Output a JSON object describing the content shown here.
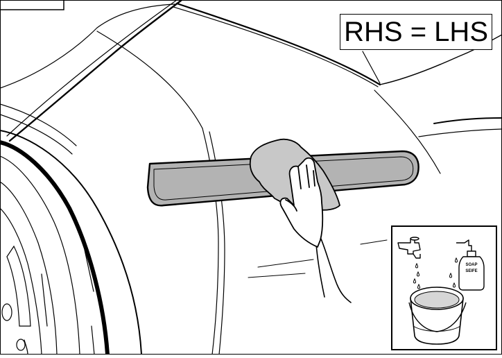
{
  "diagram": {
    "side_note": "RHS = LHS",
    "inset": {
      "soap_label_line1": "SOAP",
      "soap_label_line2": "SEIFE"
    },
    "colors": {
      "line": "#000000",
      "strip_fill": "#b3b3b3",
      "cloth_fill": "#c8c8c8",
      "water_fill": "#d6d6d6"
    }
  }
}
